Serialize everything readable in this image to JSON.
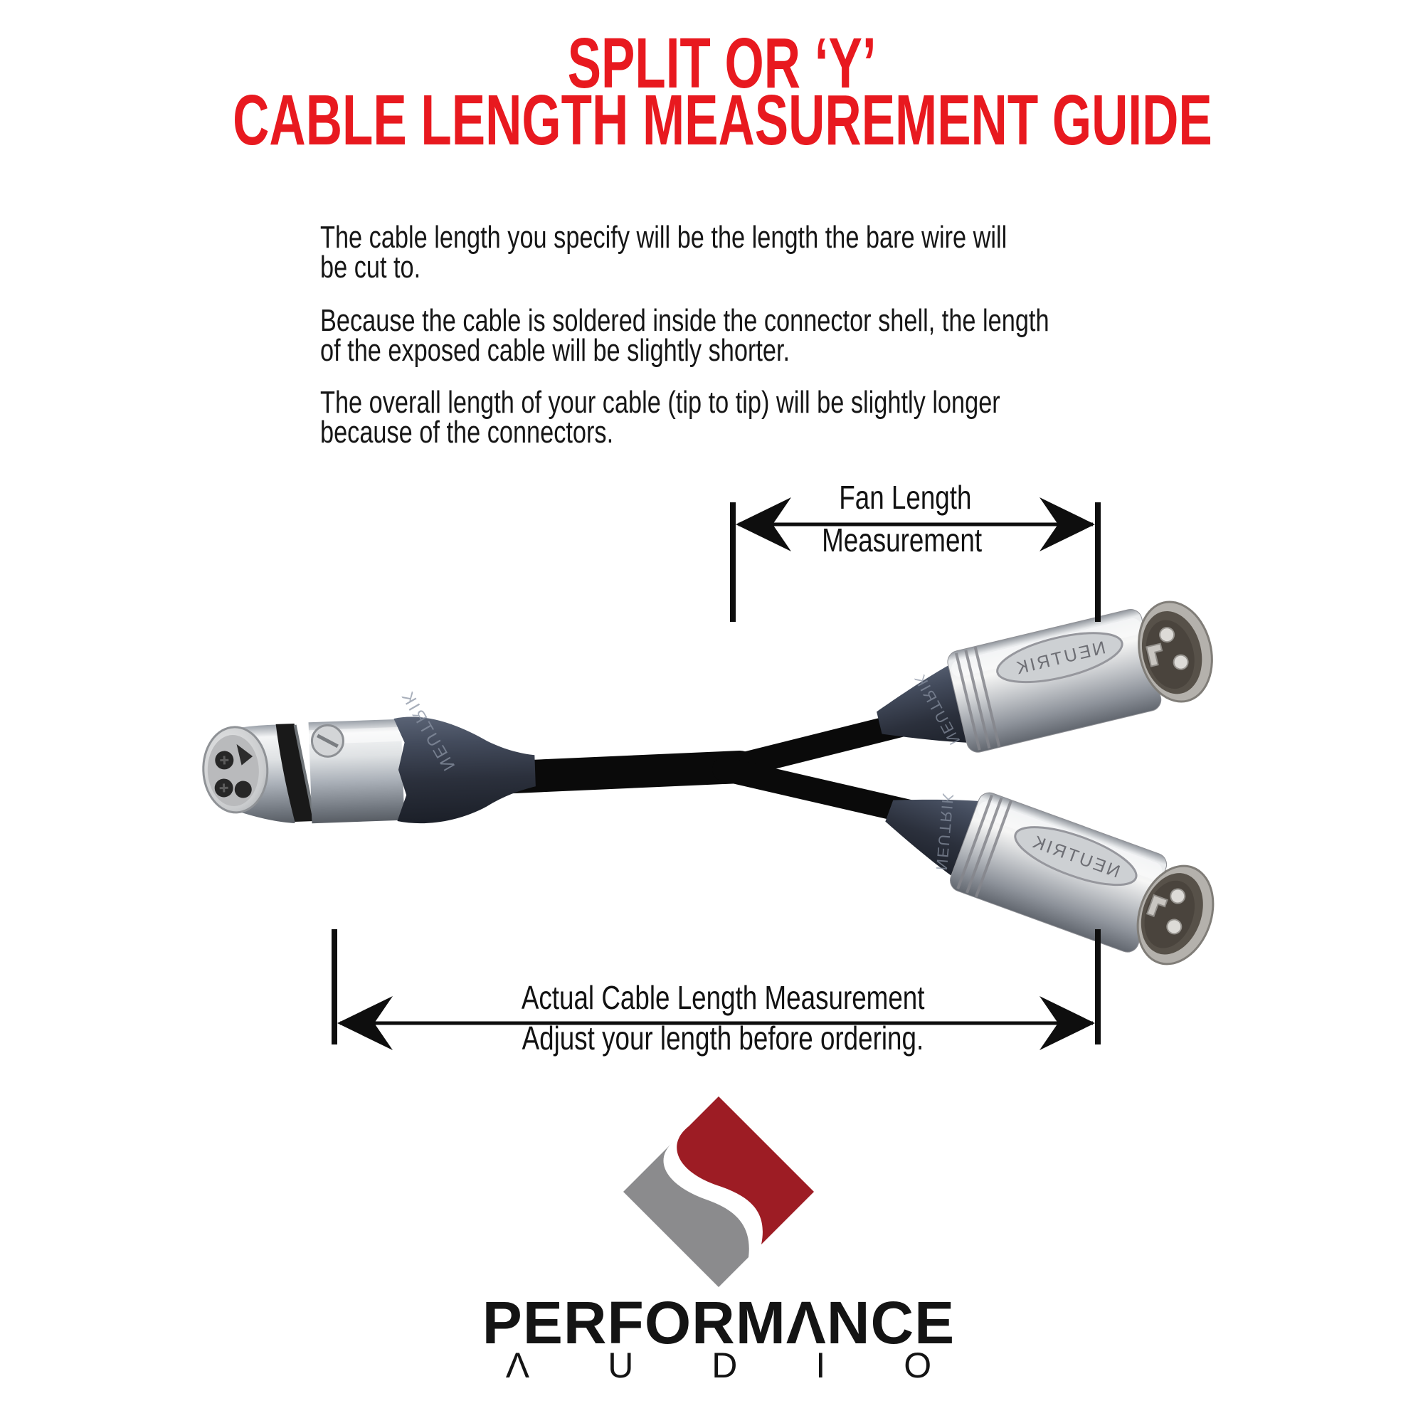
{
  "title": {
    "line1": "SPLIT OR ‘Y’",
    "line2": "CABLE LENGTH MEASUREMENT GUIDE",
    "color": "#e8191f"
  },
  "paragraphs": [
    {
      "lines": [
        "The cable length you specify will be the length the bare wire will",
        "be cut to."
      ]
    },
    {
      "lines": [
        "Because the cable is soldered inside the connector shell, the length",
        "of the exposed cable will be slightly shorter."
      ]
    },
    {
      "lines": [
        "The overall length of your cable (tip to tip) will be slightly longer",
        "because of the connectors."
      ]
    }
  ],
  "fan_measurement": {
    "label_line1": "Fan Length",
    "label_line2": "Measurement"
  },
  "cable_measurement": {
    "label_line1": "Actual Cable Length Measurement",
    "label_line2": "Adjust your length before ordering."
  },
  "connectors": {
    "brand": "NEUTRIK",
    "left_connector": "female XLR",
    "right_connectors": "male XLR x2"
  },
  "logo": {
    "name": "Performance Audio",
    "brand_line1": "PERFORMΛNCE",
    "brand_line2": "ΛUDIO",
    "red": "#9d1c24",
    "gray": "#8b8b8d"
  }
}
